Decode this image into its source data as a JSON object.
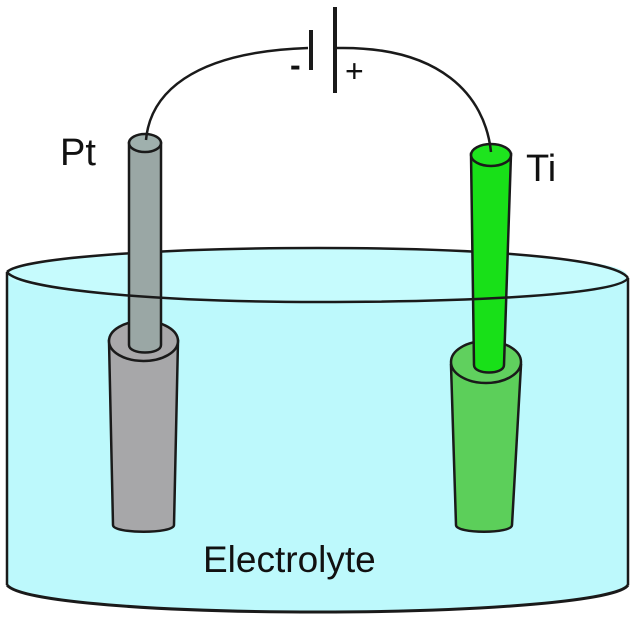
{
  "diagram": {
    "type": "electrochemical-cell",
    "battery": {
      "negative_sign": "-",
      "positive_sign": "+"
    },
    "electrodes": [
      {
        "id": "cathode",
        "label": "Pt",
        "rod_color": "#9aa7a5",
        "sleeve_color": "#a7a7a9",
        "polarity": "-"
      },
      {
        "id": "anode",
        "label": "Ti",
        "rod_color": "#18e018",
        "sleeve_color": "#5ccf5a",
        "polarity": "+"
      }
    ],
    "container": {
      "label": "Electrolyte",
      "fill_color": "#b9f8fb"
    }
  }
}
